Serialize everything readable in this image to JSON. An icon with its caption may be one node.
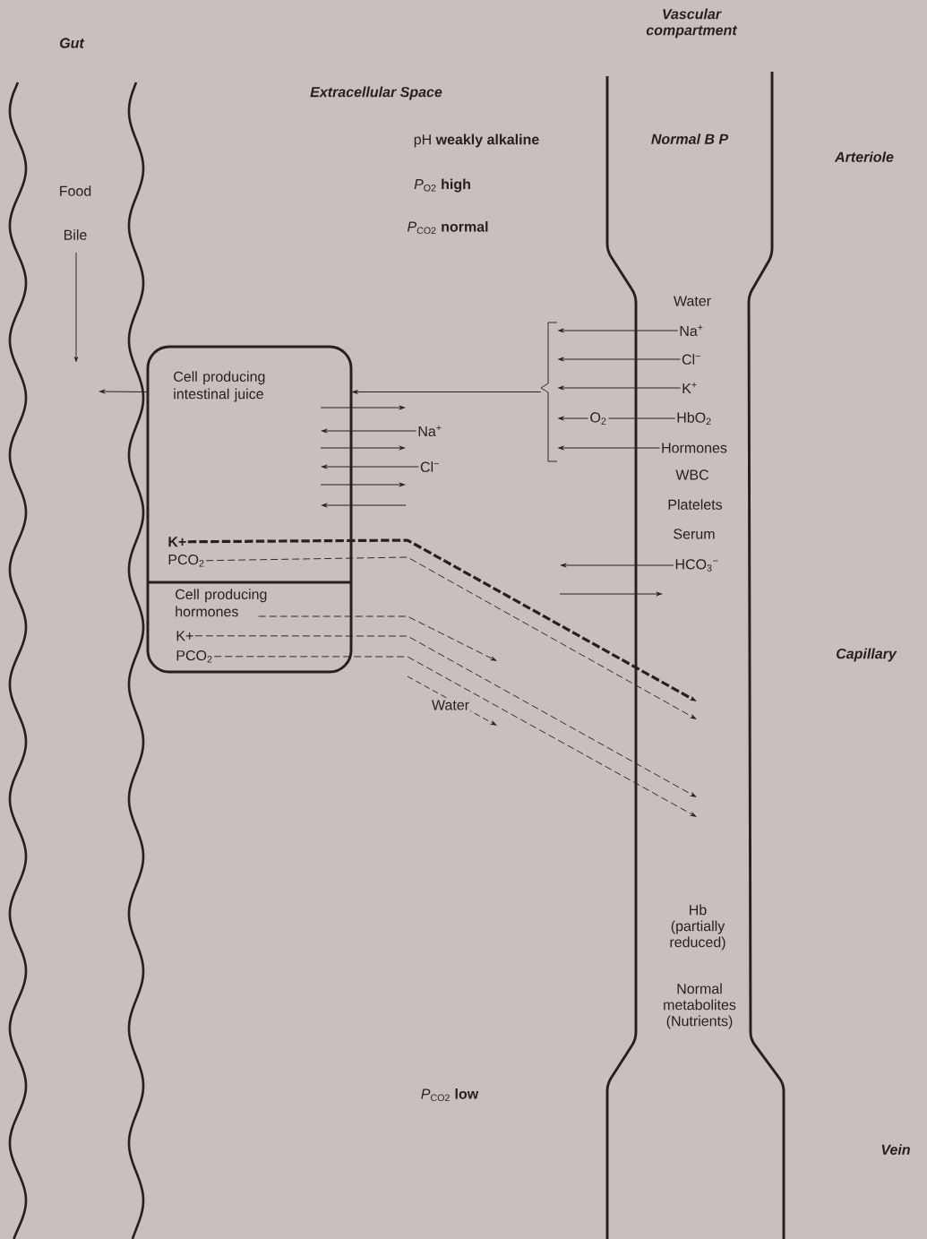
{
  "diagram": {
    "nodes": [
      {
        "text": [
          "Cell producing intestinal juice"
        ]
      },
      {
        "text": [
          "Cell producing hormones"
        ]
      },
      {
        "text": [
          "**K+**"
        ],
        "in": 0
      },
      {
        "text": [
          "PCO$_{2}$"
        ],
        "in": 0
      },
      {
        "text": [
          "K+"
        ],
        "in": 1
      },
      {
        "text": [
          "PCO$_{2}$"
        ],
        "in": 1
      },
      {
        "text": [
          "Na$^{+}$"
        ]
      },
      {
        "text": [
          "Cl$^{−}$"
        ]
      },
      {
        "text": [
          "K$^{+}$"
        ]
      },
      {
        "text": [
          "HbO$_{2}$"
        ]
      },
      {
        "text": [
          "Hormones"
        ]
      },
      {
        "text": [
          "HCO$_{3}$$^{−}$"
        ]
      },
      {
        "text": [
          "Na$^{+}$"
        ]
      },
      {
        "text": [
          "Cl$^{−}$"
        ]
      },
      {
        "text": [],
        "shape": "bracket"
      }
    ],
    "edges": [
      {
        "from": 0,
        "to": null,
        "arrow": "to"
      },
      {
        "from": 14,
        "to": 0,
        "arrow": "to"
      },
      {
        "from": 12,
        "to": null,
        "arrow": "to"
      },
      {
        "from": 13,
        "to": null,
        "arrow": "to"
      },
      {
        "from": 6,
        "to": 14,
        "arrow": "to"
      },
      {
        "from": 7,
        "to": 14,
        "arrow": "to"
      },
      {
        "from": 8,
        "to": 14,
        "arrow": "to"
      },
      {
        "from": 9,
        "to": 14,
        "arrow": "to",
        "label": "O$_{2}$"
      },
      {
        "from": 10,
        "to": 14,
        "arrow": "to"
      },
      {
        "from": 11,
        "to": null,
        "arrow": "to"
      },
      {
        "from": 2,
        "to": null,
        "arrow": "to",
        "style": "dashed"
      },
      {
        "from": 3,
        "to": null,
        "arrow": "to",
        "style": "dashed"
      },
      {
        "from": 1,
        "to": null,
        "arrow": "to",
        "style": "dashed"
      },
      {
        "from": 4,
        "to": null,
        "arrow": "to",
        "style": "dashed"
      },
      {
        "from": 5,
        "to": null,
        "arrow": "to",
        "style": "dashed"
      }
    ],
    "labels": [
      "Gut",
      "Vascular compartment",
      "Extracellular Space",
      "pH **weakly alkaline**",
      "*P*$_{O2}$ **high**",
      "*P*$_{CO2}$ **normal**",
      "Normal B P",
      "Arteriole",
      "Food",
      "Bile",
      "Water",
      "WBC",
      "Platelets",
      "Serum",
      "Capillary",
      "Water",
      "Hb (partially reduced)",
      "Normal metabolites (Nutrients)",
      "*P*$_{CO2}$ **low**",
      "Vein"
    ]
  }
}
